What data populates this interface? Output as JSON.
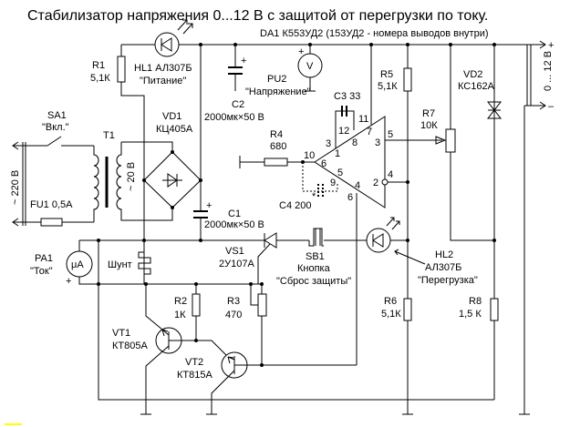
{
  "title": "Стабилизатор напряжения 0...12 В  с защитой от перегрузки по току.",
  "da1": "DA1 К553УД2  (153УД2 - номера выводов внутри)",
  "output": {
    "plus": "+",
    "minus": "–",
    "range": "0 ... 12 В"
  },
  "mains": {
    "label": "~ 220 В"
  },
  "sa1": {
    "ref": "SA1",
    "name": "\"Вкл.\""
  },
  "t1": {
    "ref": "T1",
    "secondary": "~ 20 В"
  },
  "fu1": {
    "label": "FU1  0,5А"
  },
  "r1": {
    "ref": "R1",
    "value": "5,1К"
  },
  "hl1": {
    "ref": "HL1  АЛ307Б",
    "name": "\"Питание\""
  },
  "c2": {
    "ref": "C2",
    "value": "2000мк×50 В",
    "plus": "+"
  },
  "pu2": {
    "ref": "PU2",
    "name": "\"Напряжение\"",
    "symbol": "V",
    "plus": "+"
  },
  "vd1": {
    "ref": "VD1",
    "type": "КЦ405А"
  },
  "c1": {
    "ref": "C1",
    "value": "2000мк×50 В",
    "plus": "+"
  },
  "r4": {
    "ref": "R4",
    "value": "680"
  },
  "c3": {
    "label": "C3 33"
  },
  "c4": {
    "label": "C4 200",
    "mark": "*"
  },
  "r5": {
    "ref": "R5",
    "value": "5,1К"
  },
  "r7": {
    "ref": "R7",
    "value": "10К"
  },
  "vd2": {
    "ref": "VD2",
    "type": "КС162А"
  },
  "opamp_pins": {
    "p10": "10",
    "p6": "6",
    "p3": "3",
    "p1": "1",
    "p12": "12",
    "p8": "8",
    "p11": "11",
    "p7": "7",
    "p3b": "3",
    "p5": "5",
    "p5b": "5",
    "p9": "9",
    "p4": "4",
    "p6b": "6",
    "p2": "2",
    "p4b": "4"
  },
  "pa1": {
    "ref": "PA1",
    "name": "\"Ток\"",
    "symbol": "μA",
    "plus": "+"
  },
  "shunt": "Шунт",
  "vs1": {
    "ref": "VS1",
    "type": "2У107А"
  },
  "sb1": {
    "ref": "SB1",
    "type": "Кнопка",
    "name": "\"Сброс защиты\""
  },
  "hl2": {
    "ref": "HL2",
    "type": "АЛ307Б",
    "name": "\"Перегрузка\""
  },
  "r2": {
    "ref": "R2",
    "value": "1К"
  },
  "r3": {
    "ref": "R3",
    "value": "470"
  },
  "r6": {
    "ref": "R6",
    "value": "5,1К"
  },
  "r8": {
    "ref": "R8",
    "value": "1,5 К"
  },
  "vt1": {
    "ref": "VT1",
    "type": "КТ805А"
  },
  "vt2": {
    "ref": "VT2",
    "type": "КТ815А"
  },
  "colors": {
    "wire": "#000000",
    "background": "#ffffff",
    "marker": "#ffff00"
  }
}
